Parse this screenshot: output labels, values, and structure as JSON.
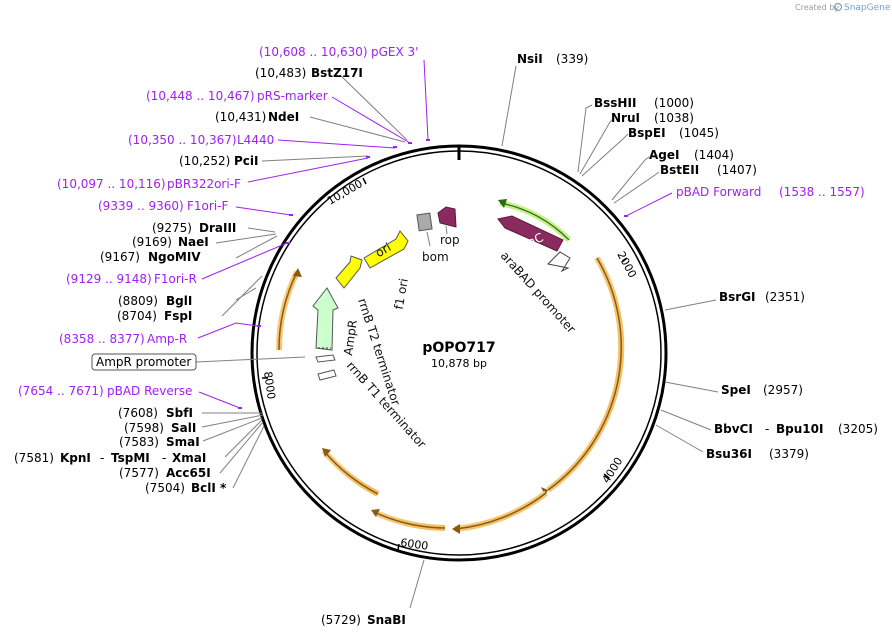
{
  "credit": {
    "prefix": "Created by",
    "brand": "SnapGene"
  },
  "plasmid": {
    "name": "pOPO717",
    "size": "10,878 bp"
  },
  "ticks": [
    "2000",
    "4000",
    "6000",
    "8000",
    "10,000"
  ],
  "sites_right": [
    {
      "name": "NsiI",
      "pos": "(339)"
    },
    {
      "name": "BssHII",
      "pos": "(1000)"
    },
    {
      "name": "NruI",
      "pos": "(1038)"
    },
    {
      "name": "BspEI",
      "pos": "(1045)"
    },
    {
      "name": "AgeI",
      "pos": "(1404)"
    },
    {
      "name": "BstEII",
      "pos": "(1407)"
    },
    {
      "name": "BsrGI",
      "pos": "(2351)"
    },
    {
      "name": "SpeI",
      "pos": "(2957)"
    },
    {
      "name": "BbvCI",
      "sep": "-",
      "name2": "Bpu10I",
      "pos": "(3205)"
    },
    {
      "name": "Bsu36I",
      "pos": "(3379)"
    },
    {
      "name": "SnaBI",
      "pos": "(5729)"
    }
  ],
  "sites_left": [
    {
      "name": "BstZ17I",
      "pos": "(10,483)"
    },
    {
      "name": "NdeI",
      "pos": "(10,431)"
    },
    {
      "name": "PciI",
      "pos": "(10,252)"
    },
    {
      "name": "DraIII",
      "pos": "(9275)"
    },
    {
      "name": "NaeI",
      "pos": "(9169)"
    },
    {
      "name": "NgoMIV",
      "pos": "(9167)"
    },
    {
      "name": "BglI",
      "pos": "(8809)"
    },
    {
      "name": "FspI",
      "pos": "(8704)"
    },
    {
      "name": "SbfI",
      "pos": "(7608)"
    },
    {
      "name": "SalI",
      "pos": "(7598)"
    },
    {
      "name": "SmaI",
      "pos": "(7583)"
    },
    {
      "name": "KpnI",
      "sep": "-",
      "name2": "TspMI",
      "sep2": "-",
      "name3": "XmaI",
      "pos": "(7581)"
    },
    {
      "name": "Acc65I",
      "pos": "(7577)"
    },
    {
      "name": "BclI *",
      "pos": "(7504)"
    }
  ],
  "primers": [
    {
      "name": "pGEX 3'",
      "range": "(10,608 .. 10,630)"
    },
    {
      "name": "pRS-marker",
      "range": "(10,448 .. 10,467)"
    },
    {
      "name": "L4440",
      "range": "(10,350 .. 10,367)"
    },
    {
      "name": "pBR322ori-F",
      "range": "(10,097 .. 10,116)"
    },
    {
      "name": "F1ori-F",
      "range": "(9339 .. 9360)"
    },
    {
      "name": "F1ori-R",
      "range": "(9129 .. 9148)"
    },
    {
      "name": "Amp-R",
      "range": "(8358 .. 8377)"
    },
    {
      "name": "pBAD Reverse",
      "range": "(7654 .. 7671)"
    },
    {
      "name": "pBAD Forward",
      "range": "(1538 .. 1557)"
    }
  ],
  "boxed_feature": "AmpR promoter",
  "features": {
    "araC": "araC",
    "araBAD": "araBAD promoter",
    "rop": "rop",
    "bom": "bom",
    "ori": "ori",
    "f1ori": "f1 ori",
    "AmpR": "AmpR",
    "rrnB_T2": "rrnB T2 terminator",
    "rrnB_T1": "rrnB T1 terminator"
  },
  "colors": {
    "backbone": "#000000",
    "primer": "#a020f0",
    "araC": "#8b2a5f",
    "ori": "#ffff00",
    "AmpR": "#ccffcc",
    "orf_glow": "#f5c66a",
    "leader": "#808080"
  }
}
